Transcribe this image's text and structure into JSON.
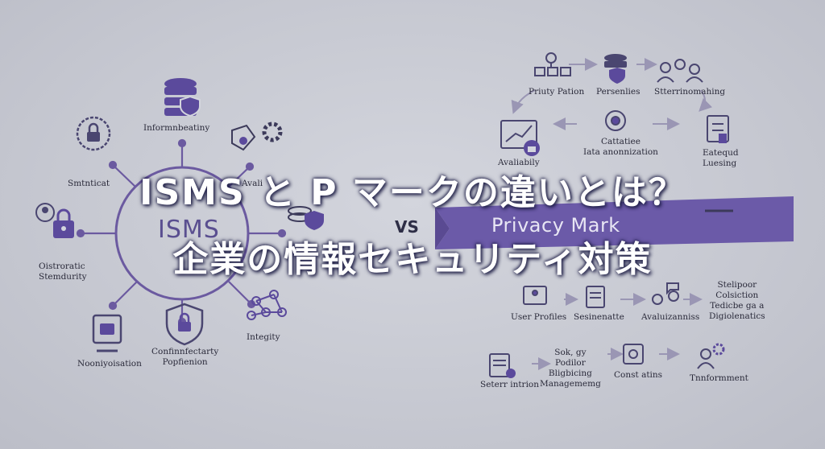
{
  "title": {
    "line1": "ISMS と P マークの違いとは？",
    "line2": "企業の情報セキュリティ対策"
  },
  "left_diagram": {
    "center": "ISMS",
    "nodes": {
      "top": "Informnbeatiny",
      "upper_left": "Smtnticat",
      "upper_right": "Avali",
      "left": "Oistroratic\nStemdurity",
      "bottom_left": "Nooniyoisation",
      "bottom": "Confinnfectarty\nPopfienion",
      "bottom_right": "Integity"
    }
  },
  "vs": "VS",
  "right_diagram": {
    "ribbon": "Privacy Mark",
    "nodes": {
      "top1": "Priuty Pation",
      "top2": "Persenlies",
      "top3": "Stterrinomahing",
      "center": "Cattatiee\nIata anonnization",
      "mid_left": "Avaliabily",
      "mid_right": "Eatequd\nLuesing",
      "r1": "User Profiles",
      "r2": "Sesinenatte",
      "r3": "Avaluizanniss",
      "r4": "Stelipoor\nColsiction\nTedicbe ga a\nDigiolenatics",
      "b1": "Seterr intrion",
      "b2": "Sok, gy\nPodilor\nBligbicing\nManagememg",
      "b3": "Const atins",
      "b4": "Tnnformment"
    }
  },
  "colors": {
    "purple": "#5b4a9c",
    "ribbon": "#6b5aa8",
    "line": "#7a72a8",
    "background": "#c9cbd4"
  }
}
